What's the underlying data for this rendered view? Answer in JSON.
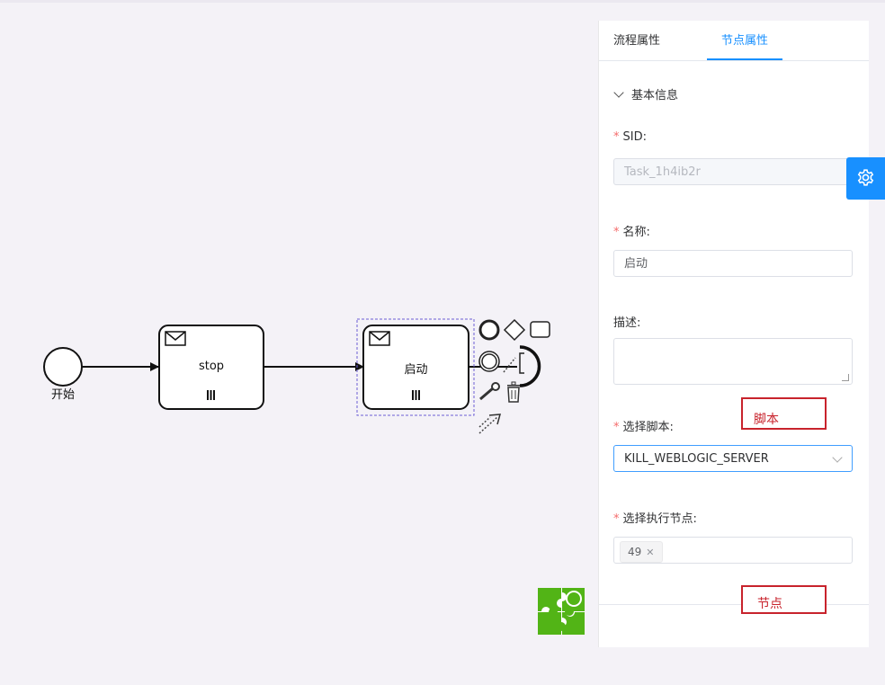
{
  "diagram": {
    "start_event": {
      "label": "开始"
    },
    "tasks": [
      {
        "label": "stop",
        "type": "send-task",
        "marker": "parallel-multi-instance"
      },
      {
        "label": "启动",
        "type": "send-task",
        "marker": "parallel-multi-instance",
        "selected": true
      }
    ],
    "context_pad": [
      "end-event-icon",
      "gateway-icon",
      "task-icon",
      "intermediate-event-icon",
      "text-annotation-icon",
      "connect-icon",
      "wrench-icon",
      "trash-icon",
      "sequence-flow-icon"
    ]
  },
  "panel": {
    "tabs": [
      {
        "label": "流程属性",
        "active": false
      },
      {
        "label": "节点属性",
        "active": true
      }
    ],
    "section_title": "基本信息",
    "fields": {
      "sid": {
        "label": "SID:",
        "required": true,
        "value": "Task_1h4ib2r"
      },
      "name": {
        "label": "名称:",
        "required": true,
        "value": "启动"
      },
      "desc": {
        "label": "描述:",
        "value": ""
      },
      "script": {
        "label": "选择脚本:",
        "required": true,
        "value": "KILL_WEBLOGIC_SERVER"
      },
      "exec_node": {
        "label": "选择执行节点:",
        "required": true,
        "tags": [
          "49"
        ]
      }
    }
  },
  "annotations": {
    "script_note": "脚本",
    "node_note": "节点",
    "color": "#c8232c"
  },
  "colors": {
    "accent": "#1890ff",
    "required": "#f56c6c",
    "selection": "#6b5fd6",
    "logo_green": "#52b416"
  },
  "settings_button": {
    "icon": "gear-icon"
  }
}
